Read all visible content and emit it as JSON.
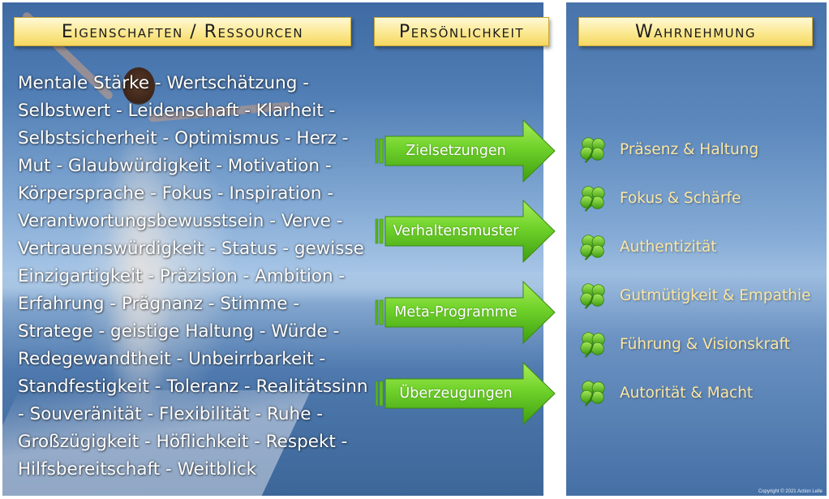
{
  "headers": {
    "resources": "Eigenschaften / Ressourcen",
    "personality": "Persönlichkeit",
    "perception": "Wahrnehmung"
  },
  "resources_text": "Mentale Stärke - Wertschätzung - Selbstwert - Leidenschaft - Klarheit - Selbstsicherheit - Optimismus - Herz - Mut - Glaubwürdigkeit - Motivation - Körpersprache - Fokus - Inspiration - Verantwortungsbewusstsein - Verve - Vertrauenswürdigkeit - Status - gewisse Einzigartigkeit - Präzision - Ambition - Erfahrung - Prägnanz - Stimme - Stratege - geistige Haltung - Würde - Redegewandtheit - Unbeirrbarkeit - Standfestigkeit - Toleranz - Realitätssinn - Souveränität - Flexibilität - Ruhe - Großzügigkeit - Höflichkeit - Respekt - Hilfsbereitschaft - Weitblick",
  "arrows": [
    "Zielsetzungen",
    "Verhaltensmuster",
    "Meta-Programme",
    "Überzeugungen"
  ],
  "perceptions": [
    "Präsenz & Haltung",
    "Fokus & Schärfe",
    "Authentizität",
    "Gutmütigkeit & Empathie",
    "Führung & Visionskraft",
    "Autorität & Macht"
  ],
  "icons": {
    "arrow": "green-arrow-icon",
    "perception_bullet": "four-leaf-clover-icon"
  },
  "colors": {
    "header_fill": "#fbe890",
    "arrow_green": "#5fc51e",
    "perception_text": "#fbe6a2"
  },
  "copyright": "Copyright © 2021 Action Lelle"
}
